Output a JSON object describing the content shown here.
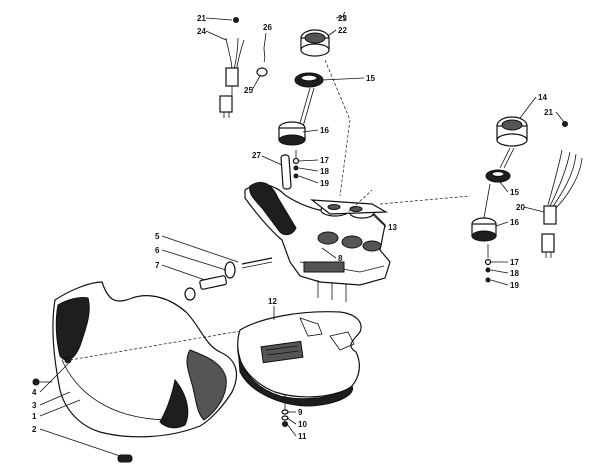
{
  "diagram": {
    "callouts": [
      "1",
      "2",
      "3",
      "4",
      "5",
      "6",
      "7",
      "8",
      "9",
      "10",
      "11",
      "12",
      "13",
      "14",
      "15",
      "15",
      "16",
      "16",
      "17",
      "17",
      "18",
      "18",
      "19",
      "19",
      "20",
      "21",
      "21",
      "22",
      "23",
      "24",
      "25",
      "26",
      "27"
    ]
  }
}
